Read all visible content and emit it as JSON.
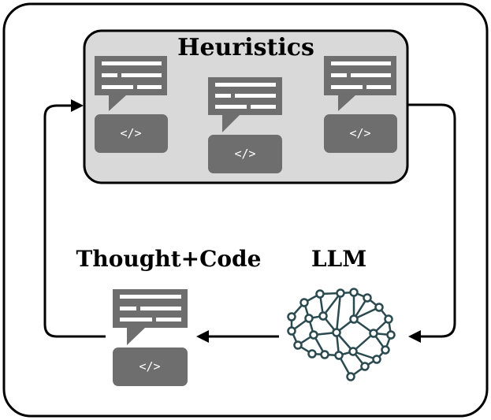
{
  "diagram": {
    "heuristics_label": "Heuristics",
    "thought_code_label": "Thought+Code",
    "llm_label": "LLM",
    "code_symbol": "</>"
  },
  "colors": {
    "panel_fill": "#d9d9d9",
    "card_fill": "#6e6e6e",
    "stroke": "#000000",
    "node_fill": "#ffffff",
    "network_stroke": "#2b4a4f"
  },
  "icons": [
    "speech-bubble-icon",
    "code-icon",
    "brain-network-icon",
    "arrow-icon"
  ]
}
